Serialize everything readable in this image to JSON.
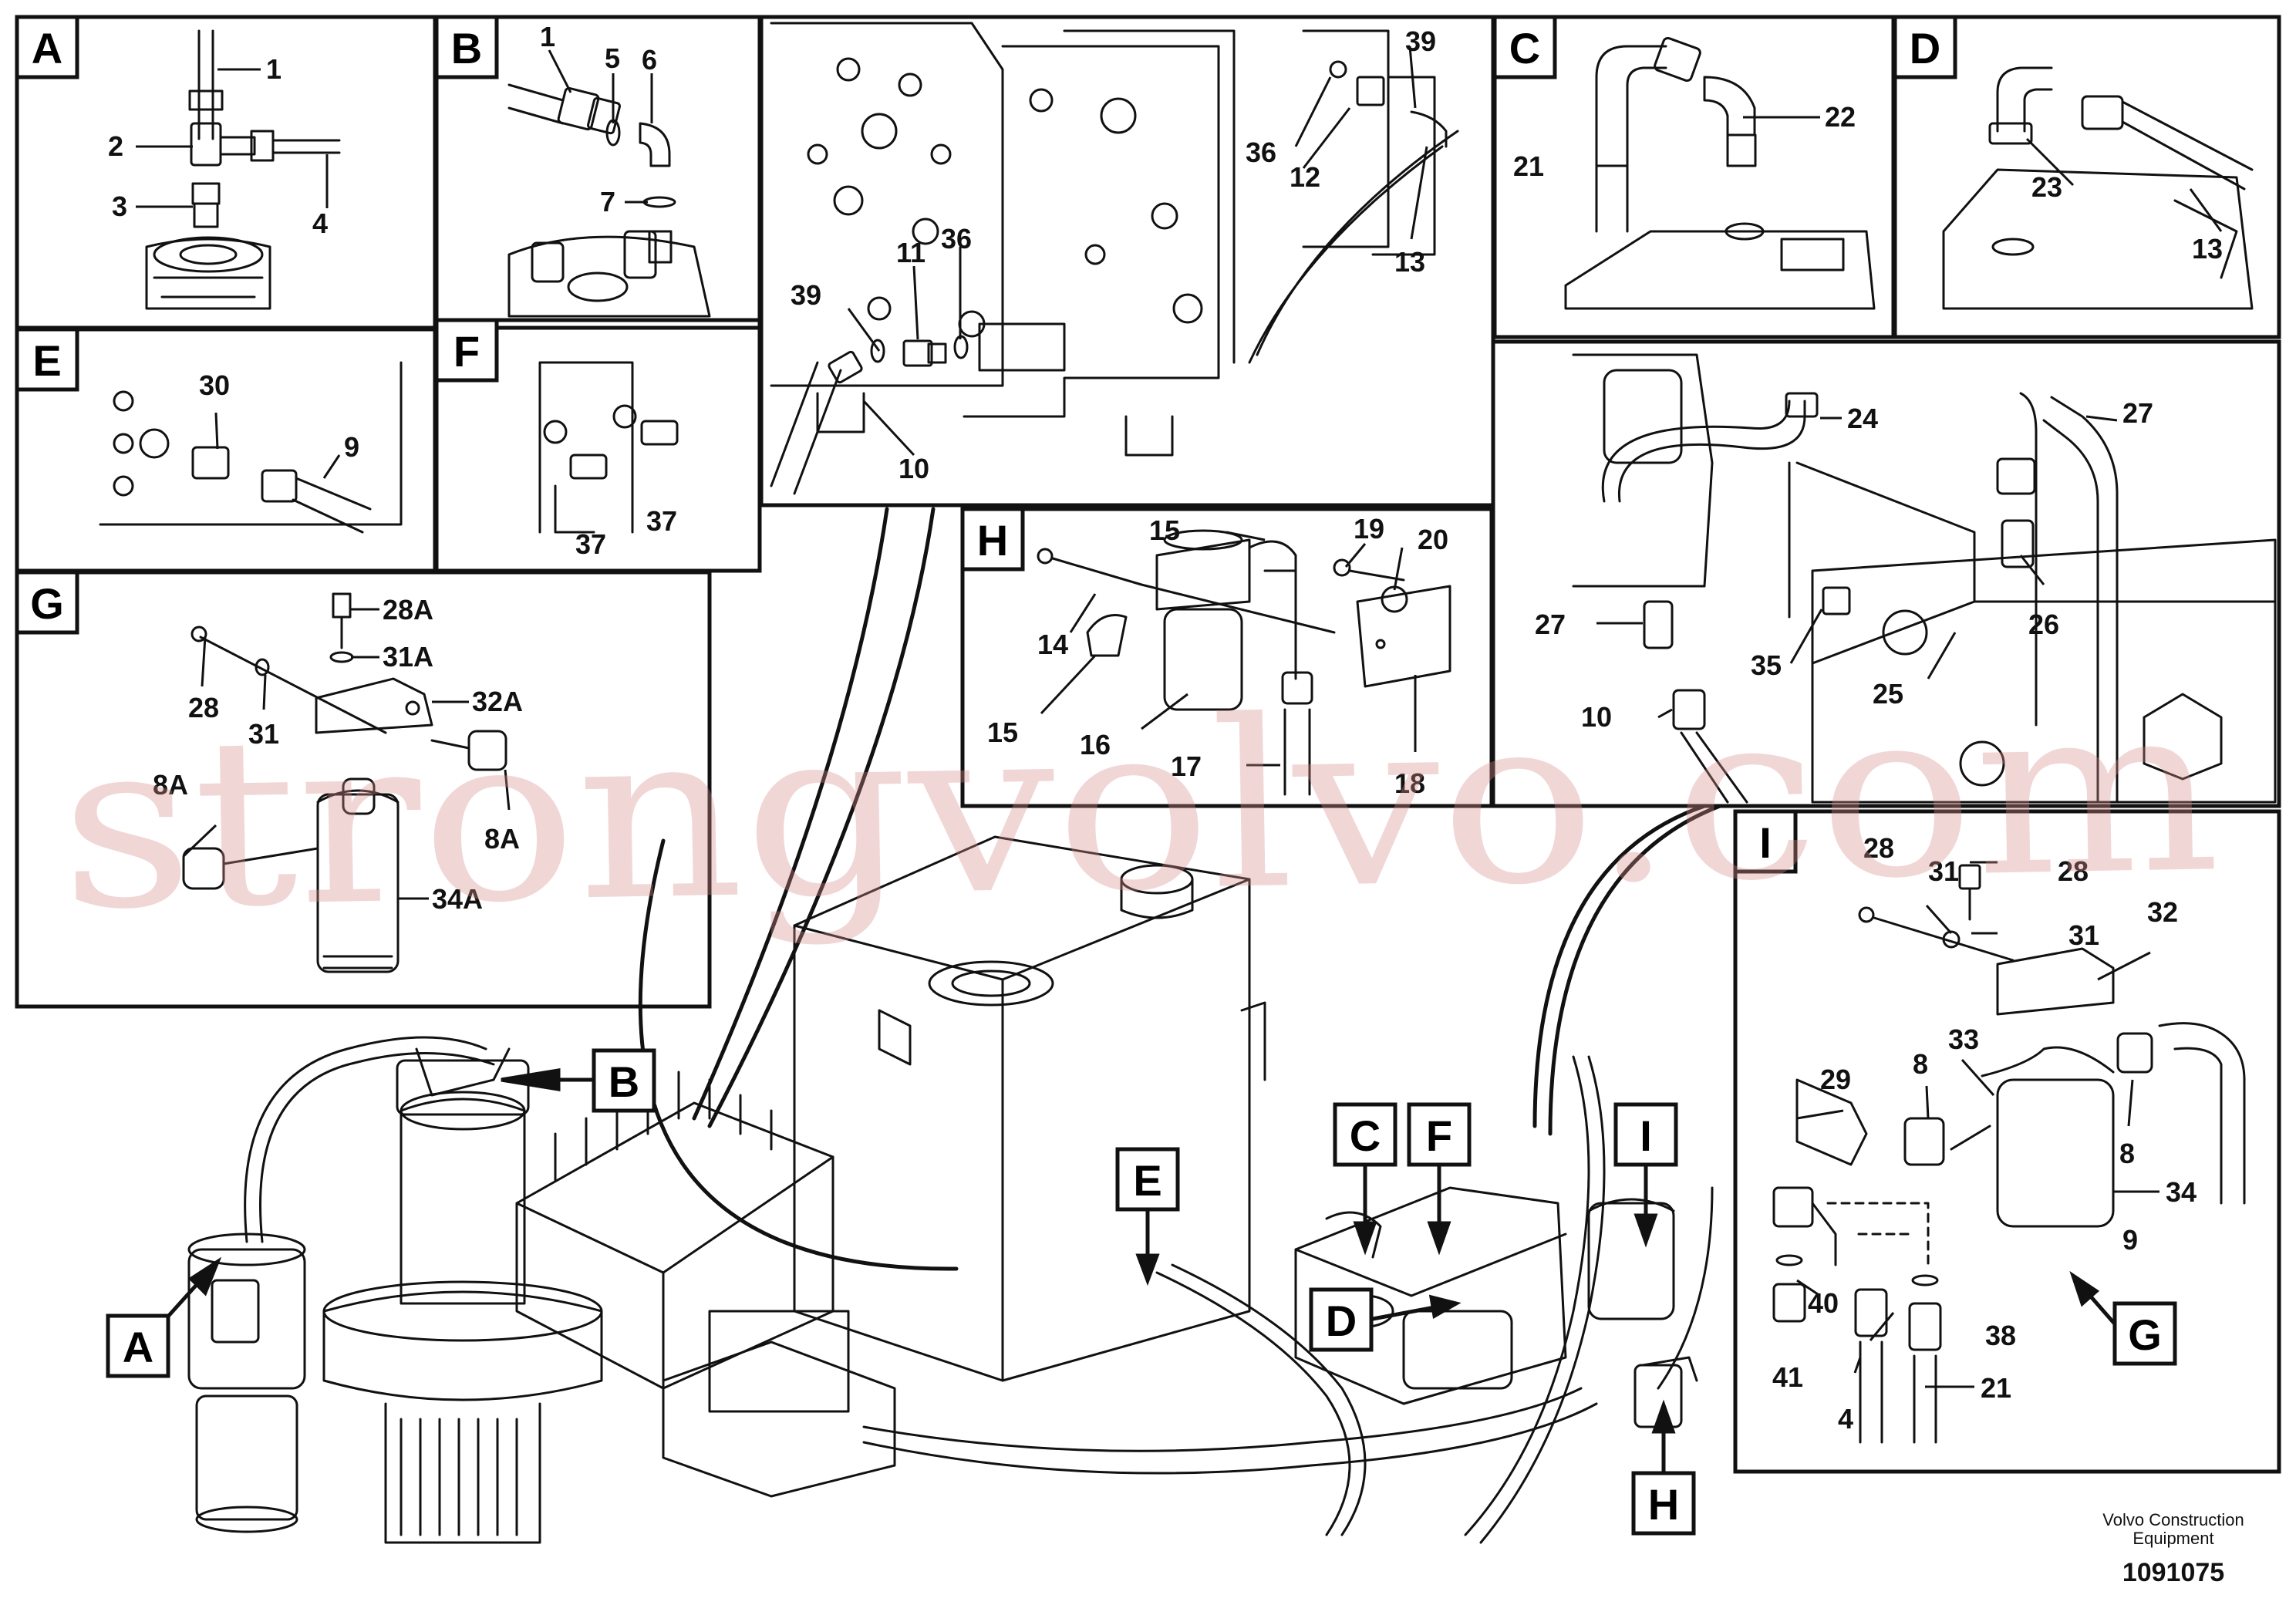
{
  "footer": {
    "company_line1": "Volvo Construction",
    "company_line2": "Equipment",
    "drawing_number": "1091075"
  },
  "watermark": "strongvolvo.com",
  "boxes": {
    "A": "A",
    "B": "B",
    "C": "C",
    "D": "D",
    "E": "E",
    "F": "F",
    "G": "G",
    "H": "H",
    "I": "I"
  },
  "main_tags": [
    "B",
    "A",
    "E",
    "C",
    "F",
    "I",
    "D",
    "G",
    "H"
  ],
  "callouts": {
    "A": [
      "1",
      "2",
      "3",
      "4"
    ],
    "B": [
      "1",
      "5",
      "6",
      "7"
    ],
    "valve": [
      "39",
      "36",
      "12",
      "13",
      "39",
      "11",
      "36",
      "10"
    ],
    "C": [
      "21",
      "22"
    ],
    "D": [
      "23",
      "13"
    ],
    "E": [
      "30",
      "9"
    ],
    "F": [
      "37",
      "37"
    ],
    "G": [
      "28A",
      "31A",
      "28",
      "31",
      "32A",
      "8A",
      "8A",
      "34A"
    ],
    "H": [
      "15",
      "19",
      "20",
      "14",
      "15",
      "16",
      "17",
      "18"
    ],
    "K": [
      "24",
      "27",
      "27",
      "35",
      "26",
      "25",
      "10"
    ],
    "I": [
      "28",
      "31",
      "28",
      "31",
      "32",
      "29",
      "8",
      "33",
      "8",
      "34",
      "9",
      "40",
      "38",
      "41",
      "4",
      "21"
    ]
  },
  "colors": {
    "line": "#111111",
    "watermark": "#d98c8c"
  }
}
